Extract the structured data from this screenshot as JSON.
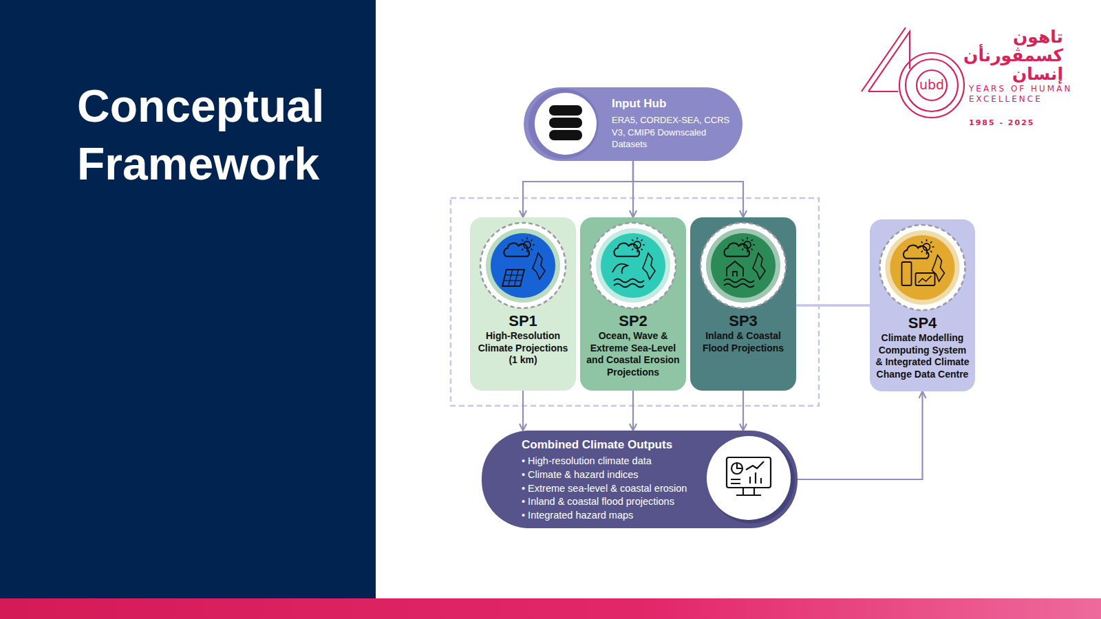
{
  "diagram": {
    "title": "Conceptual Framework",
    "nodes": [
      {
        "text": [
          "Input Hub",
          "ERA5, CORDEX-SEA, CCRS V3, CMIP6 Downscaled Datasets"
        ]
      },
      {
        "text": [
          "SP1",
          "High-Resolution Climate Projections (1 km)"
        ]
      },
      {
        "text": [
          "SP2",
          "Ocean, Wave & Extreme Sea-Level and Coastal Erosion Projections"
        ]
      },
      {
        "text": [
          "SP3",
          "Inland & Coastal Flood Projections"
        ]
      },
      {
        "text": [
          "SP4",
          "Climate Modelling Computing System & Integrated Climate Change Data Centre"
        ]
      },
      {
        "text": [
          "Combined Climate Outputs",
          "• High-resolution climate data",
          "• Climate & hazard indices",
          "• Extreme sea-level & coastal erosion",
          "• Inland & coastal flood projections",
          "• Integrated hazard maps"
        ]
      }
    ],
    "edges": [
      {
        "from": 0,
        "to": 1,
        "arrow": "to"
      },
      {
        "from": 0,
        "to": 2,
        "arrow": "to"
      },
      {
        "from": 0,
        "to": 3,
        "arrow": "to"
      },
      {
        "from": 1,
        "to": 5,
        "arrow": "to"
      },
      {
        "from": 2,
        "to": 5,
        "arrow": "to"
      },
      {
        "from": 3,
        "to": 5,
        "arrow": "to"
      },
      {
        "from": 4,
        "to": 3,
        "arrow": "to"
      },
      {
        "from": 5,
        "to": 4,
        "arrow": "to"
      }
    ],
    "labels": [
      "تاهون كسمڤورنأن إنسان",
      "ubd",
      "YEARS OF HUMAN EXCELLENCE",
      "1985 - 2025"
    ]
  }
}
